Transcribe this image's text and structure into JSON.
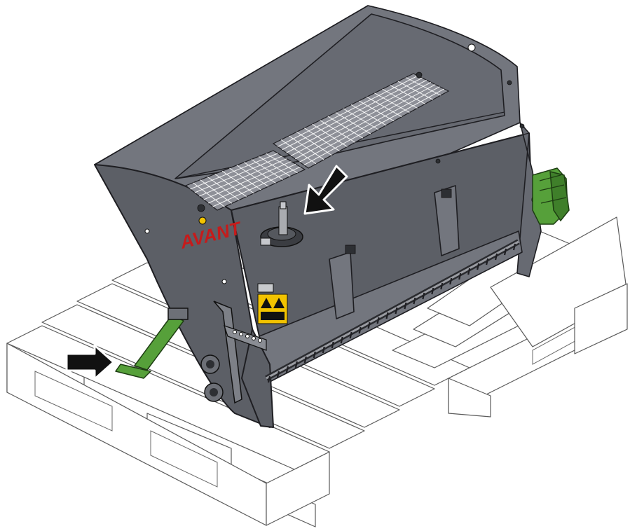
{
  "figure": {
    "brand_label": "AVANT",
    "warning_label_text": "/!\\ /!\\",
    "colors": {
      "body": "#5c5f66",
      "accent_green": "#56a03a",
      "brand_red": "#c51b1b",
      "warning_yellow": "#f2c300",
      "arrow": "#111111"
    },
    "callouts": [
      {
        "name": "arrow-to-drive-unit",
        "pointing": "down-left"
      },
      {
        "name": "arrow-to-support-leg",
        "pointing": "right"
      }
    ]
  }
}
